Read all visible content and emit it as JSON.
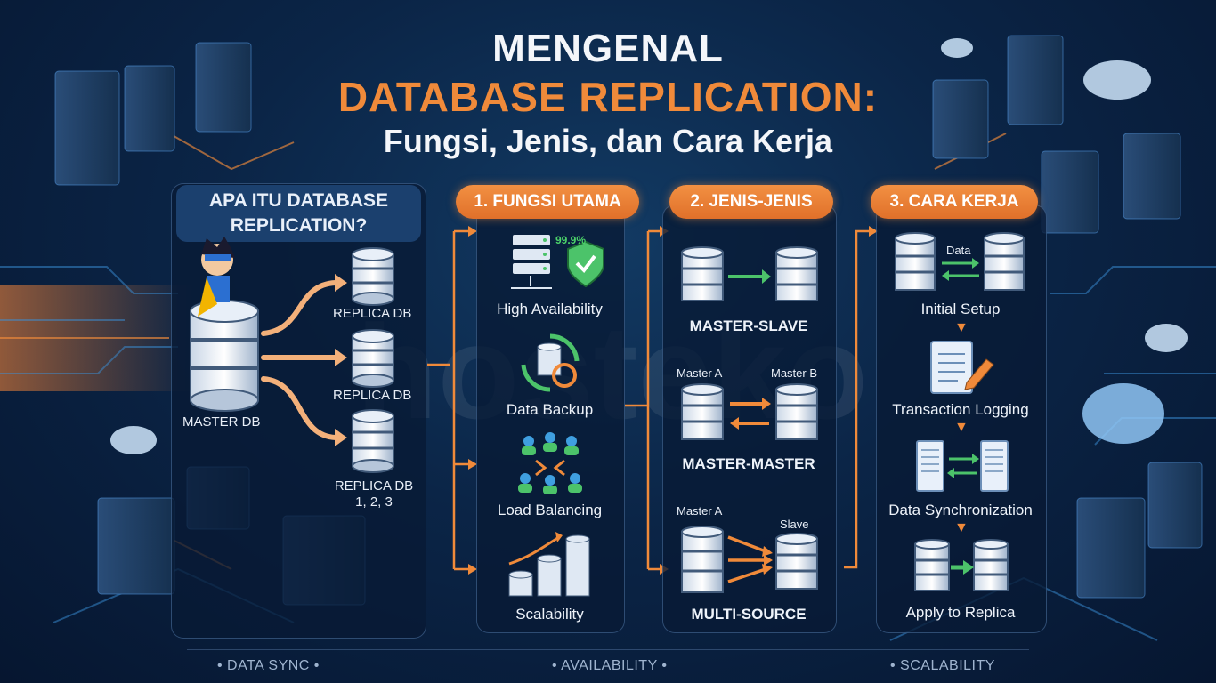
{
  "title": {
    "line1": "MENGENAL",
    "line2": "DATABASE REPLICATION:",
    "line3": "Fungsi, Jenis, dan Cara Kerja"
  },
  "intro": {
    "heading": "APA ITU DATABASE REPLICATION?",
    "master_label": "MASTER DB",
    "replicas": [
      "REPLICA DB",
      "REPLICA DB",
      "REPLICA DB 1, 2, 3"
    ]
  },
  "section1": {
    "heading": "1. FUNGSI UTAMA",
    "availability_badge": "99.9%",
    "items": [
      "High Availability",
      "Data Backup",
      "Load Balancing",
      "Scalability"
    ]
  },
  "section2": {
    "heading": "2. JENIS-JENIS",
    "types": [
      {
        "name": "MASTER-SLAVE",
        "left": "",
        "right": ""
      },
      {
        "name": "MASTER-MASTER",
        "left": "Master A",
        "right": "Master B"
      },
      {
        "name": "MULTI-SOURCE",
        "left": "Master A",
        "right": "Slave"
      }
    ]
  },
  "section3": {
    "heading": "3. CARA KERJA",
    "data_label": "Data",
    "steps": [
      "Initial Setup",
      "Transaction Logging",
      "Data Synchronization",
      "Apply to Replica"
    ]
  },
  "footer": {
    "items": [
      "DATA SYNC",
      "AVAILABILITY",
      "SCALABILITY"
    ]
  },
  "colors": {
    "accent": "#f08a3a",
    "green": "#4cc36a",
    "panel": "#081a34"
  }
}
